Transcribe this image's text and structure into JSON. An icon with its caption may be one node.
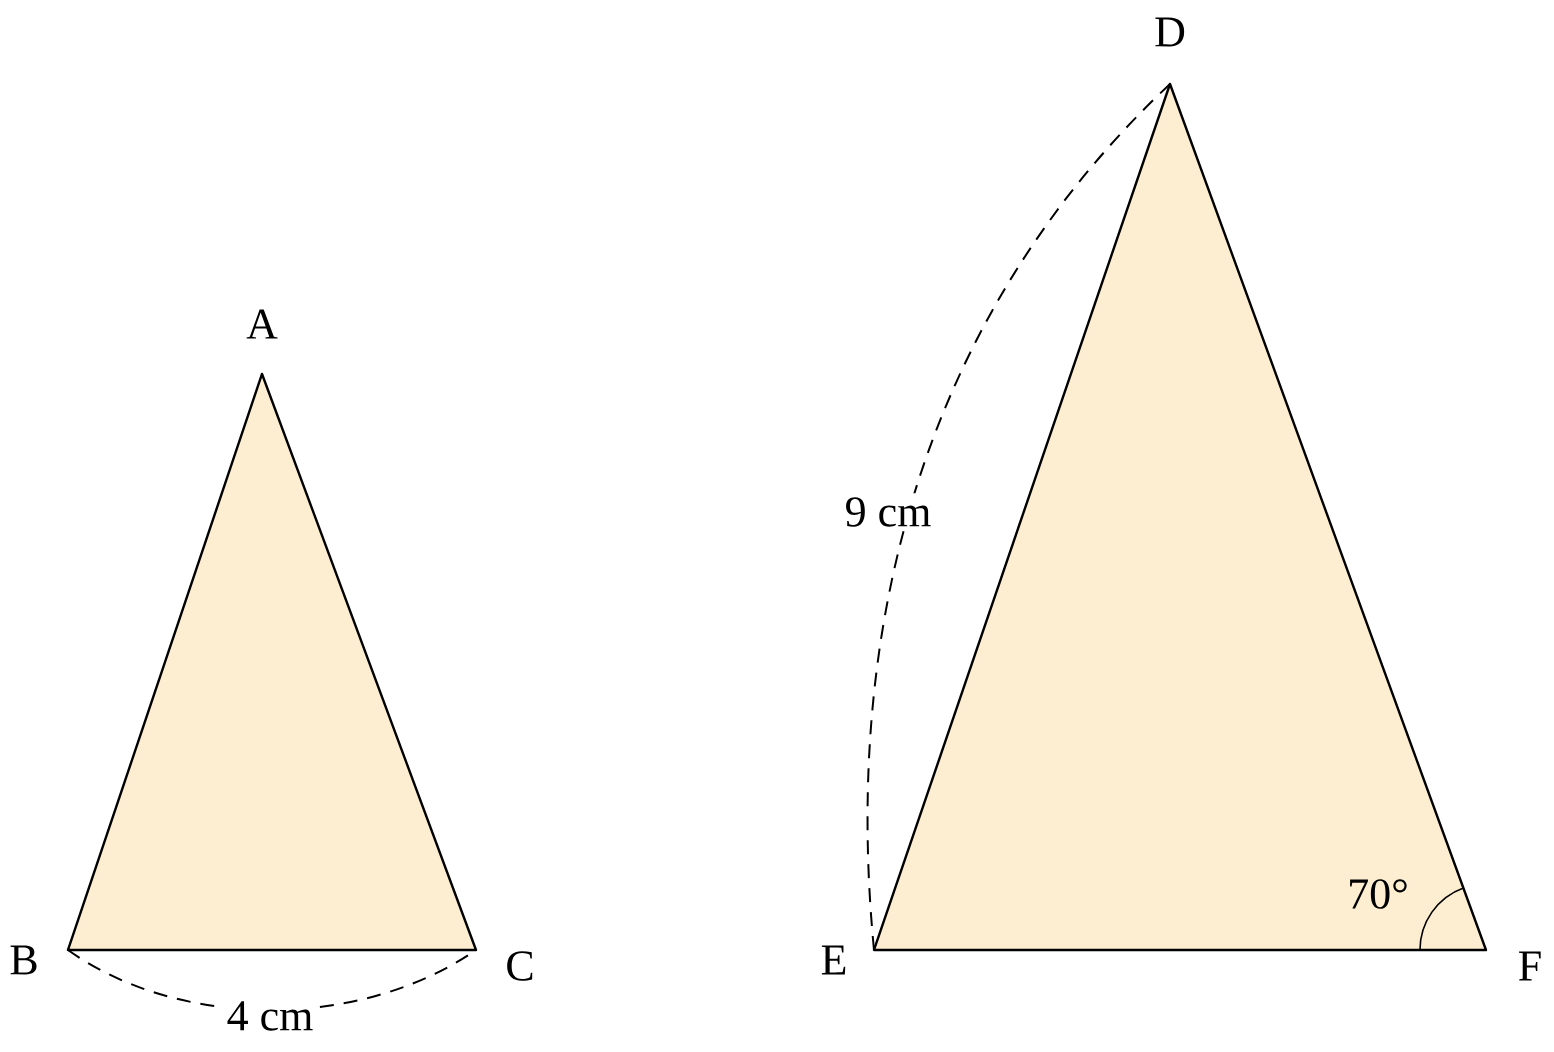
{
  "diagram": {
    "labels": [
      "A",
      "B",
      "C",
      "4 cm",
      "D",
      "E",
      "F",
      "9 cm",
      "70°"
    ]
  }
}
